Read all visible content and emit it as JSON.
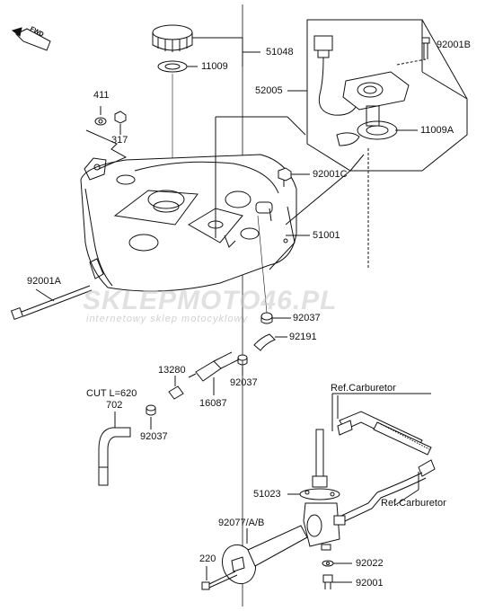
{
  "watermark": {
    "brand": "SKLEPMOTO46.PL",
    "tagline": "internetowy sklep motocyklowy"
  },
  "direction_badge": "FWD",
  "labels": {
    "p51048": "51048",
    "p11009": "11009",
    "p411": "411",
    "p317": "317",
    "p92001b": "92001B",
    "p52005": "52005",
    "p11009a": "11009A",
    "p92001c": "92001C",
    "p51001": "51001",
    "p92001a": "92001A",
    "p92037a": "92037",
    "p92191": "92191",
    "p13280": "13280",
    "p92037b": "92037",
    "p16087": "16087",
    "p_cut": "CUT L=620",
    "p702": "702",
    "p92037c": "92037",
    "ref_carb_1": "Ref.Carburetor",
    "ref_carb_2": "Ref.Carburetor",
    "p51023": "51023",
    "p92077": "92077/A/B",
    "p220": "220",
    "p92022": "92022",
    "p92001": "92001"
  },
  "colors": {
    "line": "#111111",
    "watermark_red": "#e8a0a0",
    "watermark_grey": "#c8c8c8"
  }
}
